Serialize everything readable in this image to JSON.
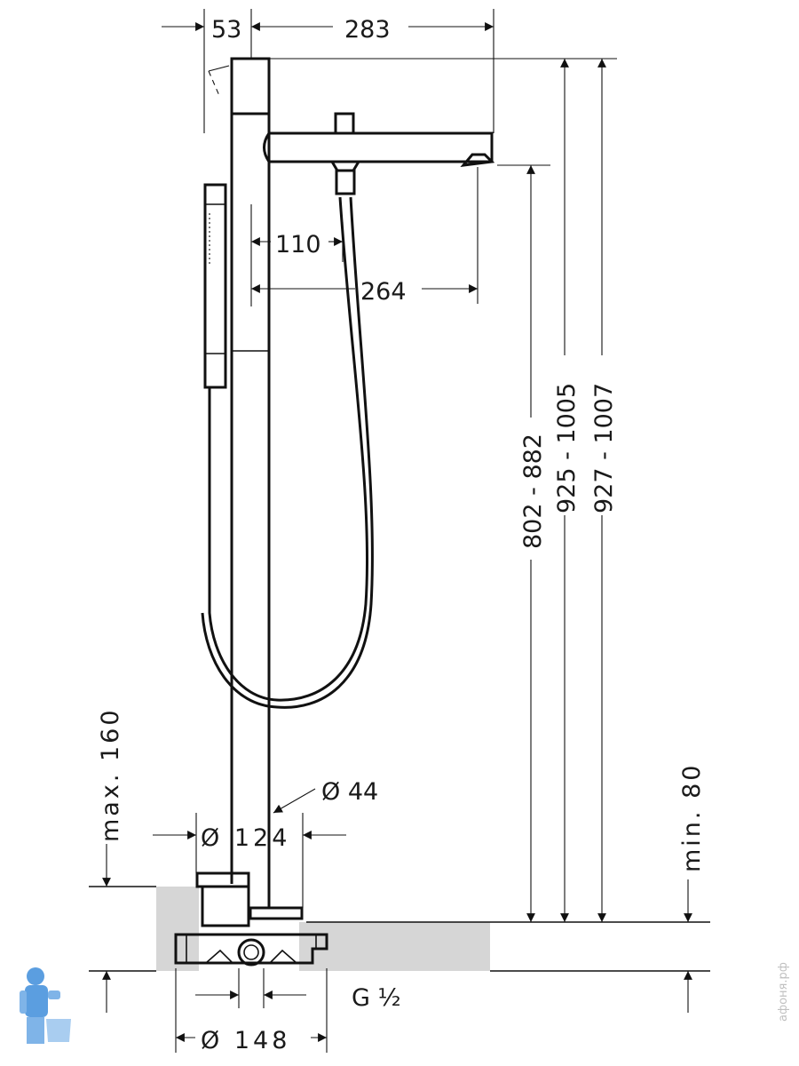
{
  "dimensions": {
    "d53": "53",
    "d283": "283",
    "d110": "110",
    "d264": "264",
    "d802_882": "802 - 882",
    "d925_1005": "925 - 1005",
    "d927_1007": "927 - 1007",
    "max160": "max. 160",
    "min80": "min. 80",
    "dia44": "Ø 44",
    "dia124": "Ø 124",
    "g12": "G ½",
    "dia148": "Ø 148"
  },
  "watermark": "афоня.рф",
  "colors": {
    "line": "#111111",
    "floor": "#d6d6d6",
    "logo": "#4a90d9"
  }
}
